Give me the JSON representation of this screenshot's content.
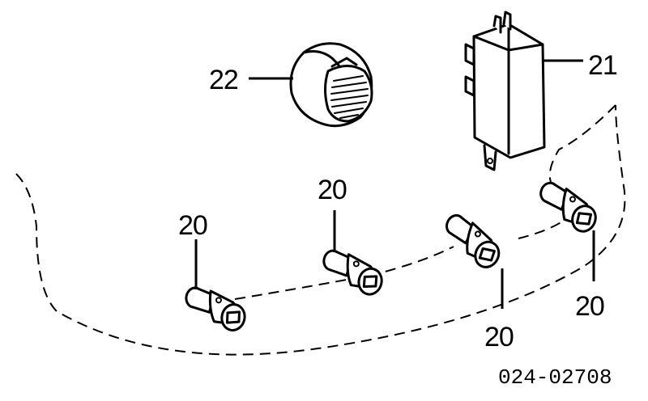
{
  "diagram": {
    "drawing_number": "024-02708",
    "callouts": {
      "sensor_1": "20",
      "sensor_2": "20",
      "sensor_3": "20",
      "sensor_4": "20",
      "control_module": "21",
      "buzzer": "22"
    }
  }
}
